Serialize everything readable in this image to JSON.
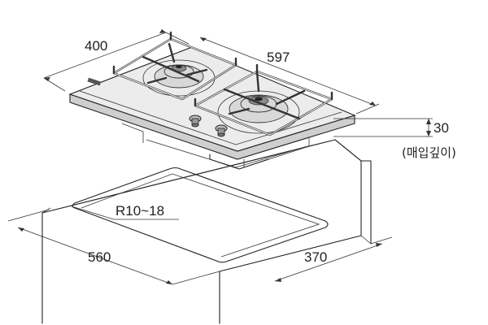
{
  "dimensions": {
    "depth": "400",
    "width": "597",
    "install_depth": "30",
    "install_depth_note": "(매입깊이)",
    "corner_radius": "R10~18",
    "cutout_width": "560",
    "cutout_depth": "370"
  },
  "colors": {
    "line": "#222222",
    "plate": "#ececec",
    "background": "#ffffff"
  }
}
